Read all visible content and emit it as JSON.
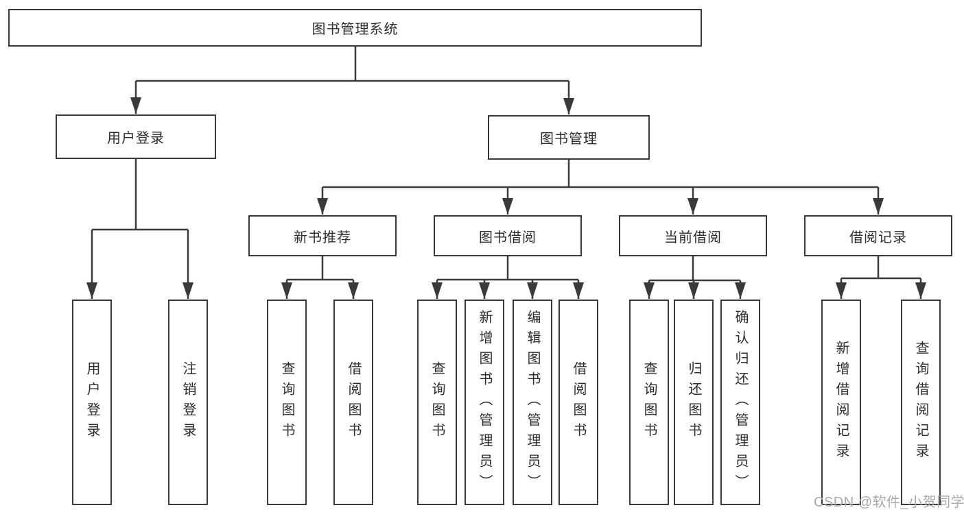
{
  "title": "图书管理系统",
  "watermark": "CSDN @软件_小贺同学",
  "colors": {
    "line": "#3a3a3a",
    "box_border": "#3a3a3a",
    "text": "#2d2d2d",
    "watermark": "#a9a9a9",
    "background": "#ffffff"
  },
  "tree": {
    "label": "图书管理系统",
    "children": [
      {
        "label": "用户登录",
        "children": [
          {
            "label": "用户登录"
          },
          {
            "label": "注销登录"
          }
        ]
      },
      {
        "label": "图书管理",
        "children": [
          {
            "label": "新书推荐",
            "children": [
              {
                "label": "查询图书"
              },
              {
                "label": "借阅图书"
              }
            ]
          },
          {
            "label": "图书借阅",
            "children": [
              {
                "label": "查询图书"
              },
              {
                "label": "新增图书（管理员）"
              },
              {
                "label": "编辑图书（管理员）"
              },
              {
                "label": "借阅图书"
              }
            ]
          },
          {
            "label": "当前借阅",
            "children": [
              {
                "label": "查询图书"
              },
              {
                "label": "归还图书"
              },
              {
                "label": "确认归还（管理员）"
              }
            ]
          },
          {
            "label": "借阅记录",
            "children": [
              {
                "label": "新增借阅记录"
              },
              {
                "label": "查询借阅记录"
              }
            ]
          }
        ]
      }
    ]
  }
}
